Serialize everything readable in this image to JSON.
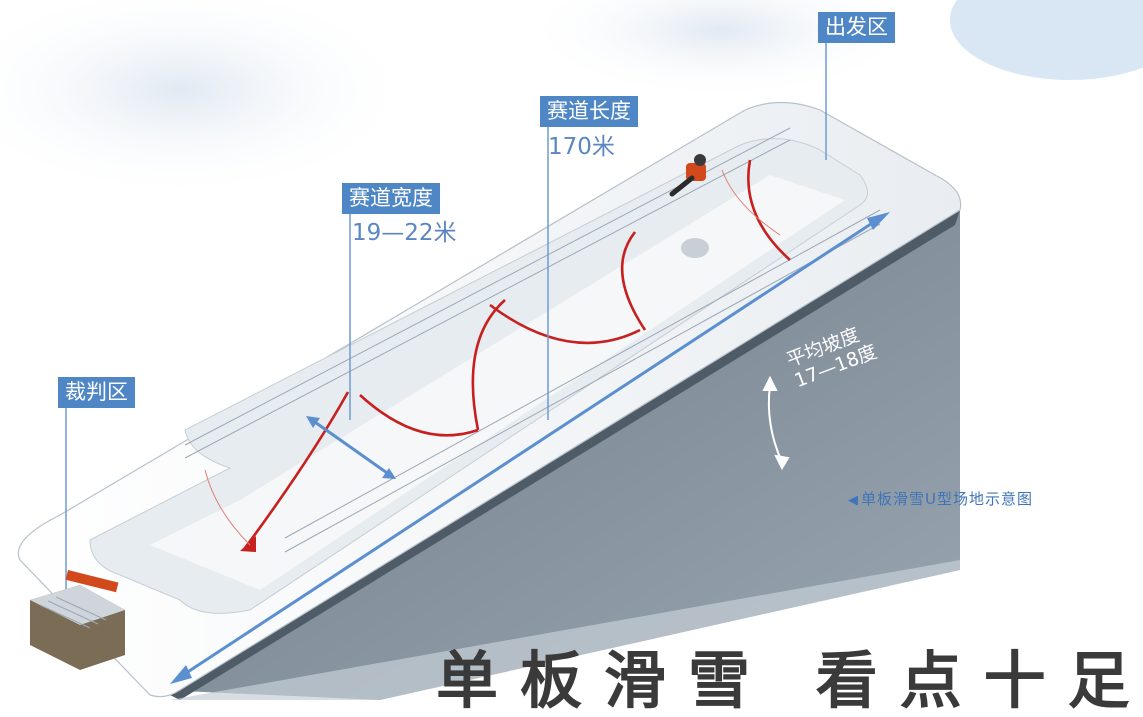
{
  "labels": {
    "start_zone": "出发区",
    "course_length_title": "赛道长度",
    "course_length_value": "170米",
    "course_width_title": "赛道宽度",
    "course_width_value": "19—22米",
    "judge_zone": "裁判区",
    "avg_slope_title": "平均坡度",
    "avg_slope_value": "17—18度"
  },
  "caption": "单板滑雪U型场地示意图",
  "headline": "单板滑雪 看点十足",
  "colors": {
    "label_bg": "#4f86c6",
    "accent_blue": "#5b8fd0",
    "trajectory_red": "#c8201e",
    "slope_gray": "#8a96a2",
    "snow": "#f2f4f6"
  }
}
